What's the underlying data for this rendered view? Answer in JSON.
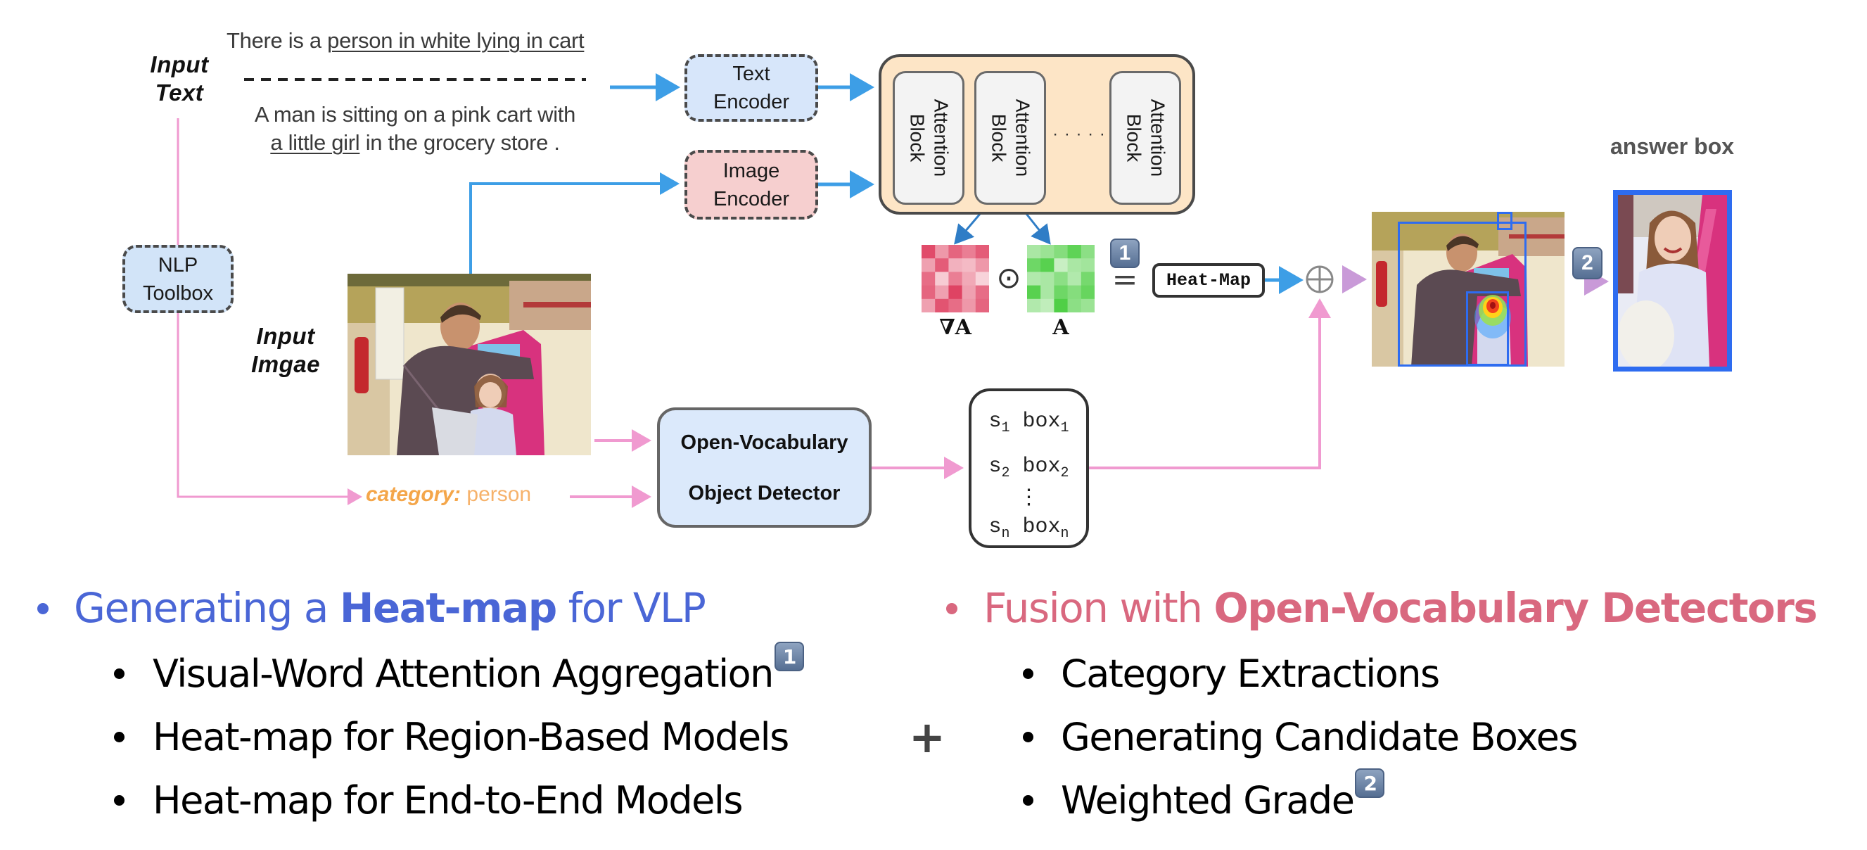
{
  "diagram": {
    "input_text": {
      "label_line1": "Input",
      "label_line2": "Text",
      "sentence1_prefix": "There is a ",
      "sentence1_underlined": "person in white lying in cart",
      "sentence2_line1": "A man is sitting on a pink cart with",
      "sentence2_line2_underlined": "a little girl",
      "sentence2_line2_rest": " in the grocery store ."
    },
    "nlp_toolbox": {
      "line1": "NLP",
      "line2": "Toolbox"
    },
    "text_encoder": {
      "line1": "Text",
      "line2": "Encoder"
    },
    "image_encoder": {
      "line1": "Image",
      "line2": "Encoder"
    },
    "attention": {
      "blocks": [
        {
          "label_line1": "Attention",
          "label_line2": "Block"
        },
        {
          "label_line1": "Attention",
          "label_line2": "Block"
        },
        {
          "label_line1": "Attention",
          "label_line2": "Block"
        }
      ],
      "ellipsis": "· · · · ·"
    },
    "matrices": {
      "gradient_label": "∇A",
      "attention_label": "A",
      "hadamard_symbol": "⊙",
      "equals_symbol": "=",
      "gradient_intensities": [
        [
          0.9,
          0.45,
          0.75,
          0.6,
          0.8
        ],
        [
          0.4,
          0.8,
          0.3,
          0.25,
          0.45
        ],
        [
          0.7,
          0.15,
          0.6,
          0.35,
          0.1
        ],
        [
          0.75,
          0.4,
          0.95,
          0.4,
          0.7
        ],
        [
          0.4,
          0.85,
          0.7,
          0.45,
          0.75
        ]
      ],
      "attention_intensities": [
        [
          0.35,
          0.45,
          0.6,
          0.85,
          0.55
        ],
        [
          0.75,
          0.9,
          0.15,
          0.35,
          0.4
        ],
        [
          0.3,
          0.35,
          0.55,
          0.3,
          0.7
        ],
        [
          0.9,
          0.35,
          0.75,
          0.6,
          0.8
        ],
        [
          0.3,
          0.2,
          0.95,
          0.55,
          0.45
        ]
      ]
    },
    "badge1": "1",
    "badge2": "2",
    "heatmap_box": "Heat-Map",
    "fusion_symbol": "⊕",
    "answer_box_label": "answer box",
    "input_image": {
      "label_line1": "Input",
      "label_line2": "Imgae"
    },
    "category": {
      "key": "category:",
      "value": " person"
    },
    "ovd": {
      "line1": "Open-Vocabulary",
      "line2": "Object Detector"
    },
    "scores": {
      "rows": [
        {
          "s": "s",
          "s_sub": "1",
          "box": "box",
          "box_sub": "1"
        },
        {
          "s": "s",
          "s_sub": "2",
          "box": "box",
          "box_sub": "2"
        },
        {
          "s": "s",
          "s_sub": "n",
          "box": "box",
          "box_sub": "n"
        }
      ],
      "vdots": "⋮"
    }
  },
  "bullets": {
    "left": {
      "heading_pre": "Generating a ",
      "heading_bold": "Heat-map",
      "heading_post": " for VLP",
      "items": [
        {
          "text": "Visual-Word Attention Aggregation",
          "badge": "1"
        },
        {
          "text": "Heat-map for Region-Based Models",
          "badge": ""
        },
        {
          "text": "Heat-map for End-to-End Models",
          "badge": ""
        }
      ]
    },
    "plus": "+",
    "right": {
      "heading_pre": "Fusion with ",
      "heading_bold": "Open-Vocabulary Detectors",
      "heading_post": "",
      "items": [
        {
          "text": "Category Extractions",
          "badge": ""
        },
        {
          "text": "Generating Candidate Boxes",
          "badge": ""
        },
        {
          "text": "Weighted Grade",
          "badge": "2"
        }
      ]
    }
  },
  "colors": {
    "blue_heading": "#4a66d6",
    "pink_heading": "#d9687f",
    "blue_arrow": "#3d9ee6",
    "pink_arrow": "#f09ad0",
    "category_key": "#f4a64a",
    "category_value": "#f6b26b",
    "text_encoder_fill": "#d7e6fa",
    "image_encoder_fill": "#f6cfcf",
    "attention_fill": "#fde5c6",
    "bbox_blue": "#2e6cf0"
  }
}
